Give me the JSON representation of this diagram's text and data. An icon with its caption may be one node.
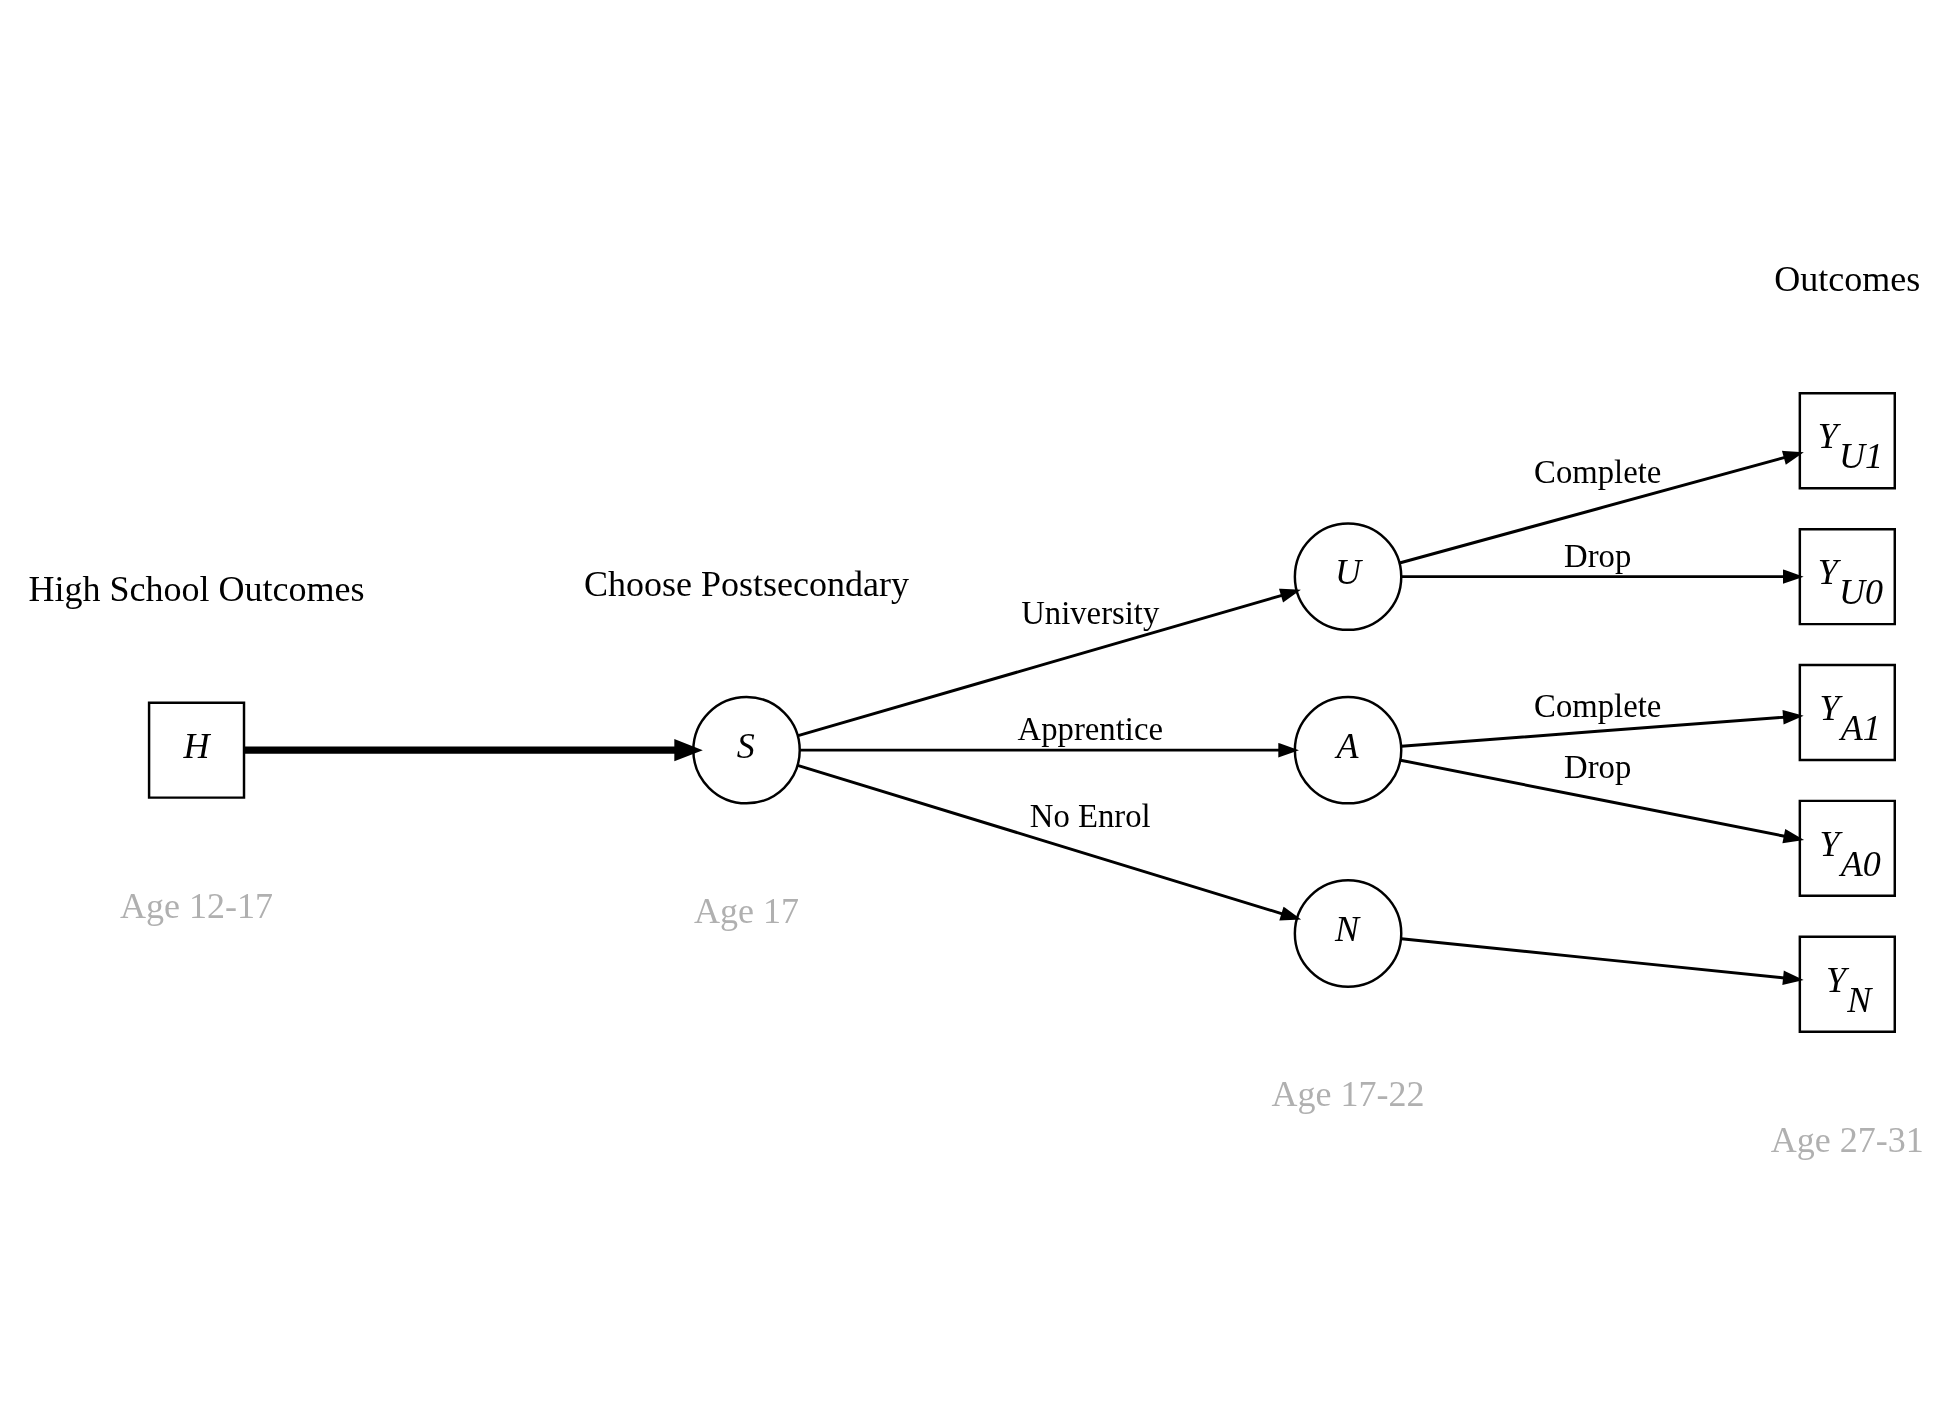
{
  "diagram": {
    "nodes": [
      {
        "text": [
          "H"
        ]
      },
      {
        "text": [
          "S"
        ]
      },
      {
        "text": [
          "U"
        ]
      },
      {
        "text": [
          "A"
        ]
      },
      {
        "text": [
          "N"
        ]
      },
      {
        "text": [
          "Y$_{U1}$"
        ]
      },
      {
        "text": [
          "Y$_{U0}$"
        ]
      },
      {
        "text": [
          "Y$_{A1}$"
        ]
      },
      {
        "text": [
          "Y$_{A0}$"
        ]
      },
      {
        "text": [
          "Y$_{N}$"
        ]
      }
    ],
    "edges": [
      {
        "from": 0,
        "to": 1,
        "arrow": "to",
        "style": "thick"
      },
      {
        "from": 1,
        "to": 2,
        "arrow": "to",
        "label": "University"
      },
      {
        "from": 1,
        "to": 3,
        "arrow": "to",
        "label": "Apprentice"
      },
      {
        "from": 1,
        "to": 4,
        "arrow": "to",
        "label": "No Enrol"
      },
      {
        "from": 2,
        "to": 5,
        "arrow": "to",
        "label": "Complete"
      },
      {
        "from": 2,
        "to": 6,
        "arrow": "to",
        "label": "Drop"
      },
      {
        "from": 3,
        "to": 7,
        "arrow": "to",
        "label": "Complete"
      },
      {
        "from": 3,
        "to": 8,
        "arrow": "to",
        "label": "Drop"
      },
      {
        "from": 4,
        "to": 9,
        "arrow": "to"
      }
    ],
    "labels": [
      "Outcomes",
      "High School Outcomes",
      "Choose Postsecondary",
      "Age 12-17",
      "Age 17",
      "Age 17-22",
      "Age 27-31"
    ]
  }
}
